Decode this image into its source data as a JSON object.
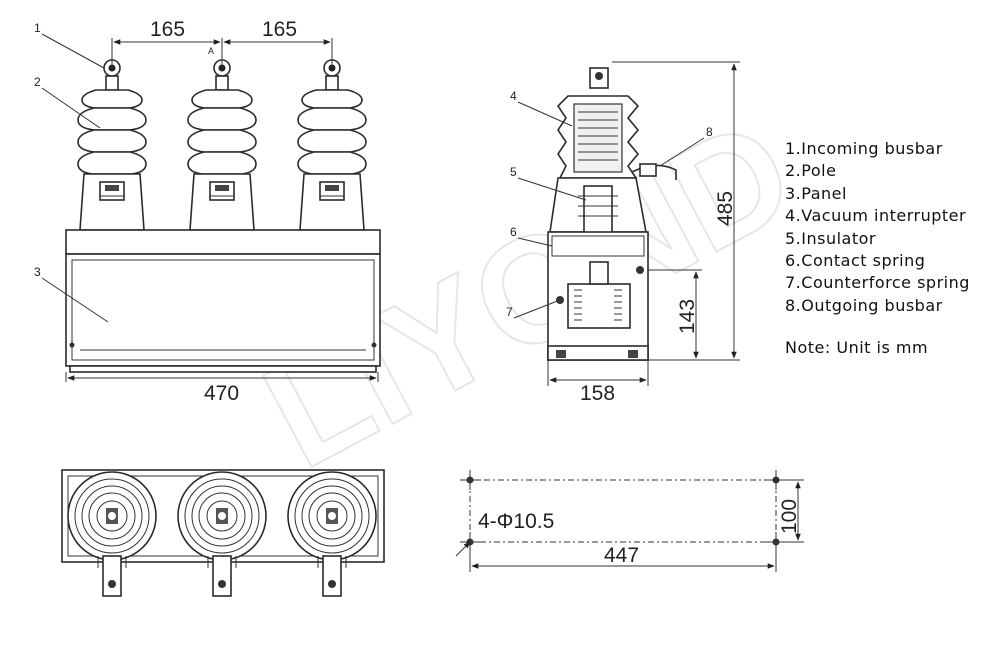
{
  "watermark": "LIYOND",
  "front_view": {
    "callouts": [
      "1",
      "2",
      "3"
    ],
    "dim_pitch_left": "165",
    "dim_pitch_right": "165",
    "dim_pitch_mark": "A",
    "dim_width": "470"
  },
  "side_view": {
    "callouts": [
      "4",
      "5",
      "6",
      "7",
      "8"
    ],
    "dim_height": "485",
    "dim_lower": "143",
    "dim_width": "158"
  },
  "mounting_plan": {
    "dim_holes": "4-Φ10.5",
    "dim_length": "447",
    "dim_depth": "100"
  },
  "legend": {
    "items": [
      "1.Incoming busbar",
      "2.Pole",
      "3.Panel",
      "4.Vacuum interrupter",
      "5.Insulator",
      "6.Contact spring",
      "7.Counterforce spring",
      "8.Outgoing busbar"
    ],
    "note": "Note: Unit is mm"
  }
}
